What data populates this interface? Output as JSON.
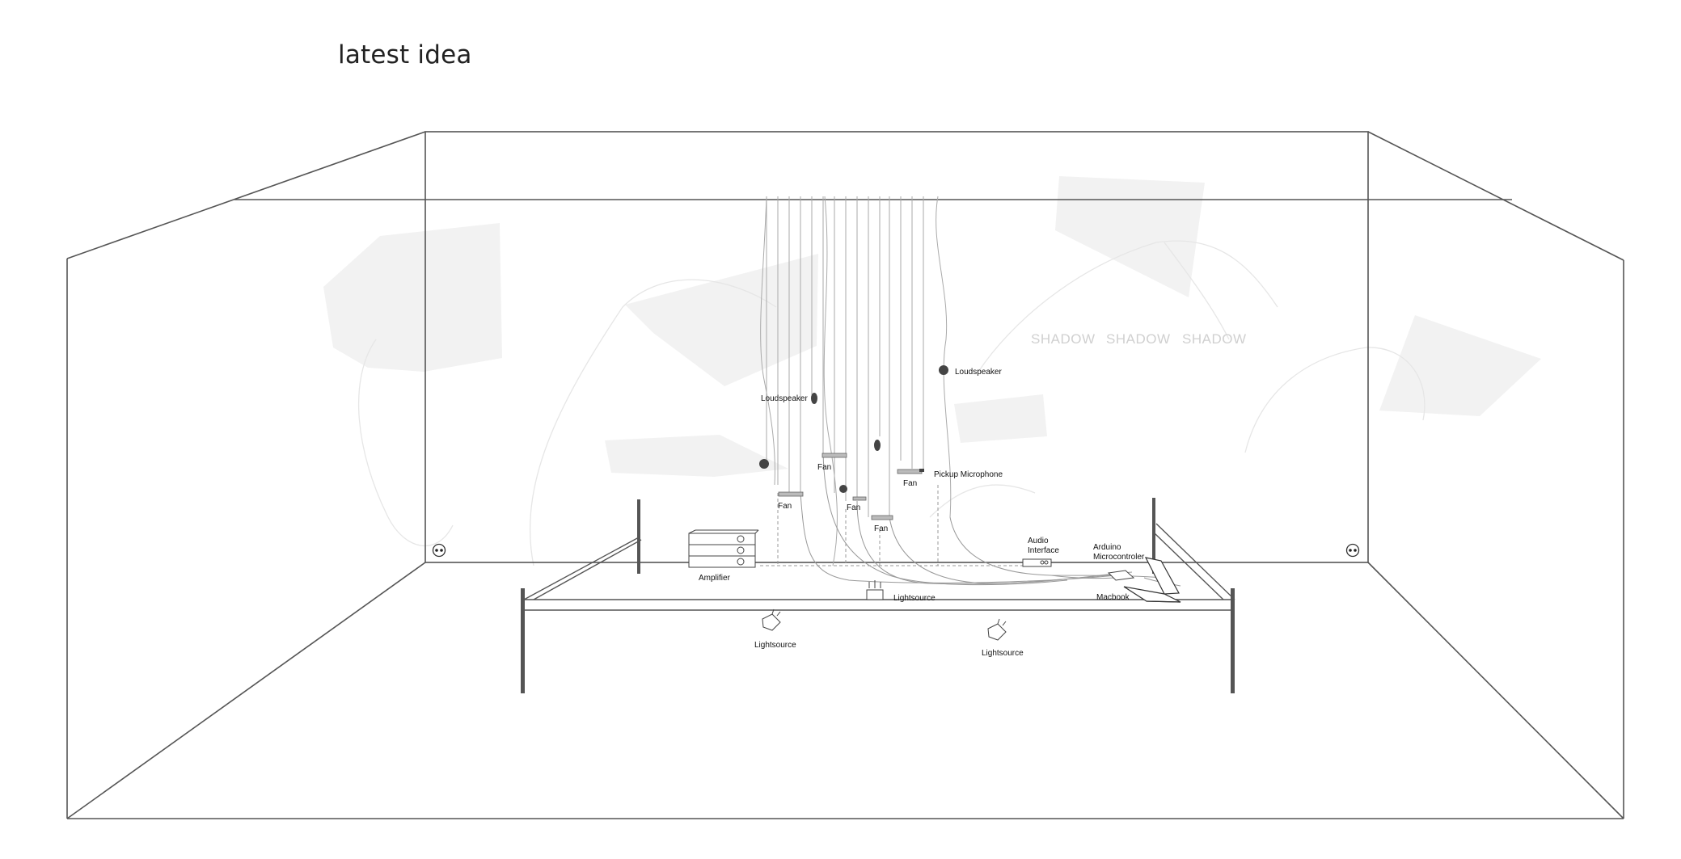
{
  "title": "latest idea",
  "labels": {
    "loudspeaker_left": "Loudspeaker",
    "loudspeaker_right": "Loudspeaker",
    "fan_1": "Fan",
    "fan_2": "Fan",
    "fan_3": "Fan",
    "fan_4": "Fan",
    "fan_5": "Fan",
    "pickup_microphone": "Pickup Microphone",
    "amplifier": "Amplifier",
    "audio_interface_line1": "Audio",
    "audio_interface_line2": "Interface",
    "arduino_line1": "Arduino",
    "arduino_line2": "Microcontroler",
    "macbook": "Macbook",
    "lightsource_table": "Lightsource",
    "lightsource_left": "Lightsource",
    "lightsource_right": "Lightsource",
    "shadow_1": "SHADOW",
    "shadow_2": "SHADOW",
    "shadow_3": "SHADOW"
  },
  "colors": {
    "line": "#555555",
    "shadow_fill": "#f2f2f2",
    "shadow_text": "#d0d0d0",
    "post": "#555555"
  }
}
